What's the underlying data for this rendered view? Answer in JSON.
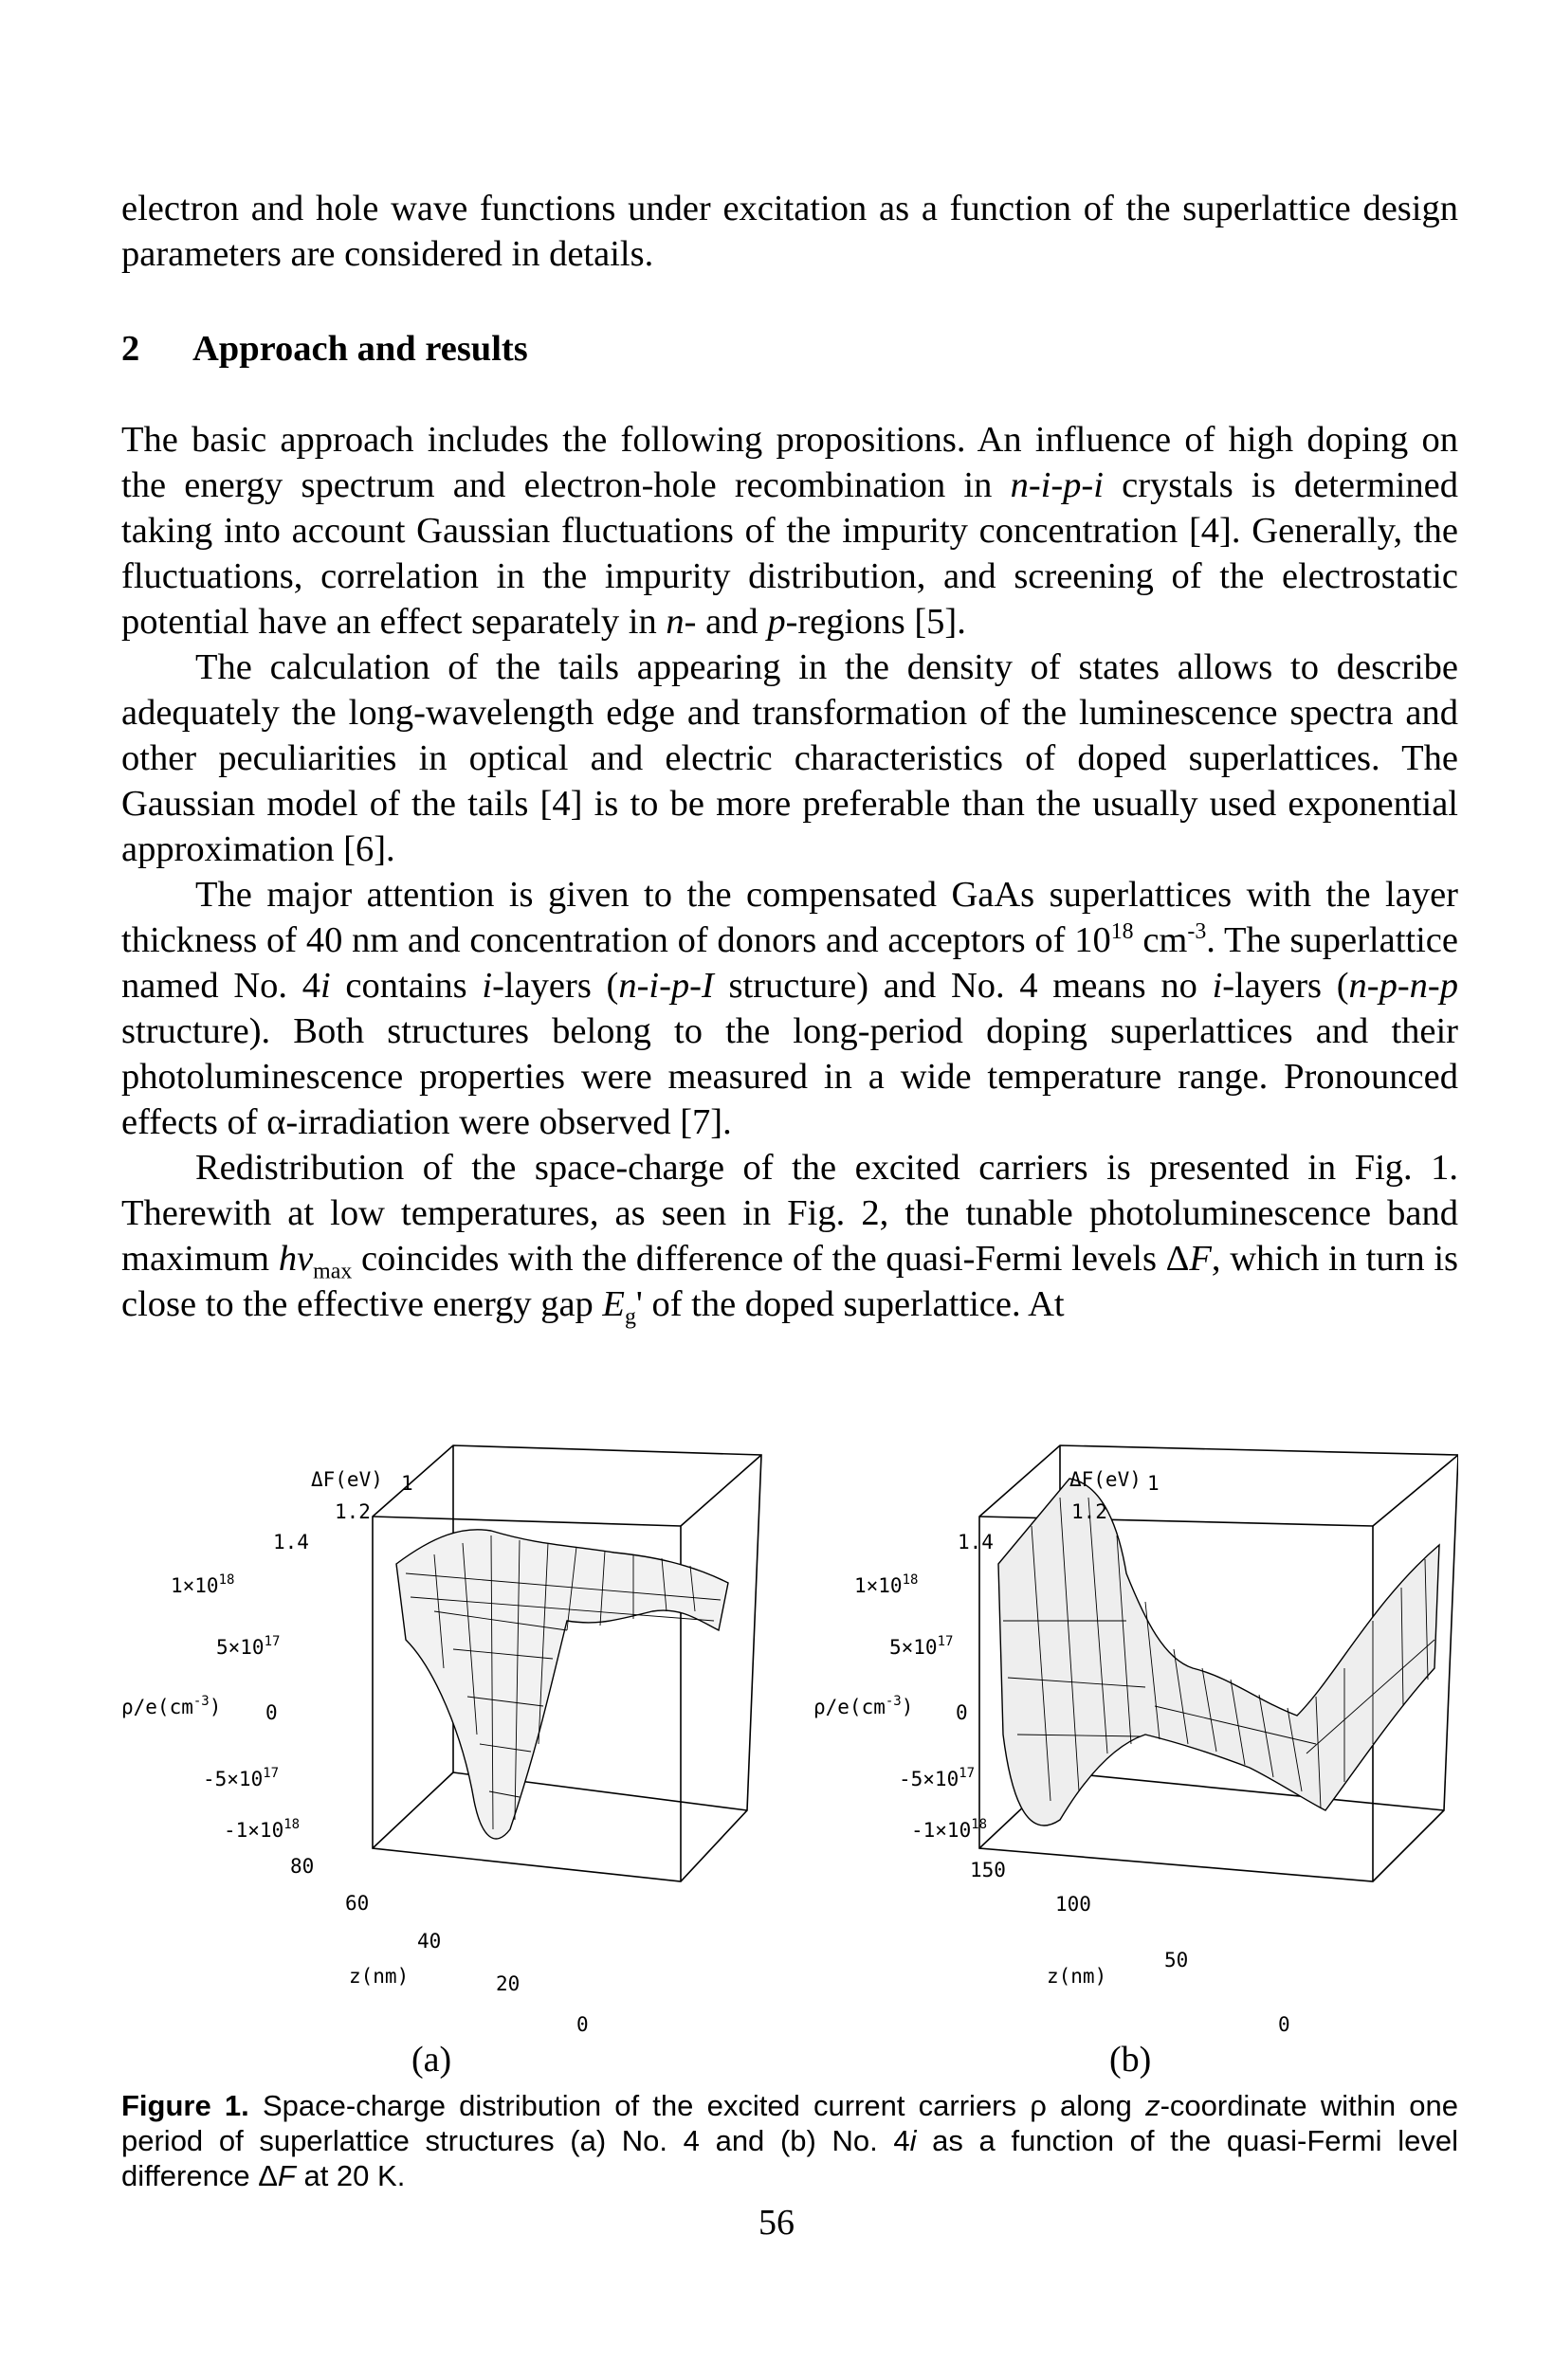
{
  "body": {
    "p0_a": "electron and hole wave functions under excitation as a function of the superlattice design parameters are considered in details.",
    "section_num": "2",
    "section_title": "Approach and results",
    "p1_a": "The basic approach includes the following propositions. An influence of high doping on the energy spectrum and electron-hole recombination in ",
    "p1_npi": "n-i-p-i",
    "p1_b": " crystals is determined taking into account Gaussian fluctuations of the impurity concentration [4]. Generally, the fluctuations, correlation in the impurity distribution, and screening of the electrostatic potential have an effect separately in ",
    "p1_n": "n",
    "p1_c": "- and ",
    "p1_p": "p",
    "p1_d": "-regions [5].",
    "p2": "The calculation of the tails appearing in the density of states allows to describe adequately the long-wavelength edge and transformation of the luminescence spectra and other peculiarities in optical and electric characteristics of doped superlattices. The Gaussian model of the tails [4] is to be more preferable than the usually used exponential approximation [6].",
    "p3_a": "The major attention is given to the compensated GaAs superlattices with the layer thickness of 40 nm and concentration of donors and acceptors of 10",
    "p3_sup1": "18",
    "p3_b": " cm",
    "p3_sup2": "-3",
    "p3_c": ". The superlattice named No. 4",
    "p3_i1": "i",
    "p3_d": " contains ",
    "p3_i2": "i",
    "p3_e": "-layers (",
    "p3_npI": "n-i-p-I",
    "p3_f": " structure) and No. 4 means no ",
    "p3_i3": "i",
    "p3_g": "-layers (",
    "p3_npnp": "n-p-n-p",
    "p3_h": " structure). Both structures belong to the long-period doping superlattices and their photoluminescence properties were measured in a wide temperature range. Pronounced effects of α-irradiation were observed [7].",
    "p4_a": "Redistribution of the space-charge of the excited carriers is presented in Fig. 1. Therewith at low temperatures, as seen in Fig. 2, the tunable photoluminescence band maximum ",
    "p4_hv": "hν",
    "p4_max": "max",
    "p4_b": " coincides with the difference of the quasi-Fermi levels Δ",
    "p4_F": "F",
    "p4_c": ", which in turn is close to the effective energy gap ",
    "p4_E": "E",
    "p4_g": "g",
    "p4_d": "' of the doped superlattice. At"
  },
  "figure": {
    "panel_a": {
      "label": "(a)",
      "df_label": "ΔF(eV)",
      "df_ticks": [
        "1",
        "1.2",
        "1.4"
      ],
      "rho_label": "ρ/e(cm",
      "rho_label_sup": "-3",
      "rho_label_end": ")",
      "rho_ticks": [
        {
          "base": "1×10",
          "exp": "18"
        },
        {
          "base": "5×10",
          "exp": "17"
        },
        {
          "base": "0",
          "exp": ""
        },
        {
          "base": "-5×10",
          "exp": "17"
        },
        {
          "base": "-1×10",
          "exp": "18"
        }
      ],
      "z_label": "z(nm)",
      "z_ticks": [
        "80",
        "60",
        "40",
        "20",
        "0"
      ]
    },
    "panel_b": {
      "label": "(b)",
      "df_label": "ΔF(eV)",
      "df_ticks": [
        "1",
        "1.2",
        "1.4"
      ],
      "rho_label": "ρ/e(cm",
      "rho_label_sup": "-3",
      "rho_label_end": ")",
      "rho_ticks": [
        {
          "base": "1×10",
          "exp": "18"
        },
        {
          "base": "5×10",
          "exp": "17"
        },
        {
          "base": "0",
          "exp": ""
        },
        {
          "base": "-5×10",
          "exp": "17"
        },
        {
          "base": "-1×10",
          "exp": "18"
        }
      ],
      "z_label": "z(nm)",
      "z_ticks": [
        "150",
        "100",
        "50",
        "0"
      ]
    }
  },
  "caption": {
    "label": "Figure 1.",
    "text_a": " Space-charge distribution of the excited current carriers ρ along ",
    "z": "z",
    "text_b": "-coordinate within one period of superlattice structures (a) No. 4 and (b) No. 4",
    "i": "i",
    "text_c": " as a function of the quasi-Fermi level difference Δ",
    "F": "F",
    "text_d": " at 20 K."
  },
  "page_number": "56"
}
